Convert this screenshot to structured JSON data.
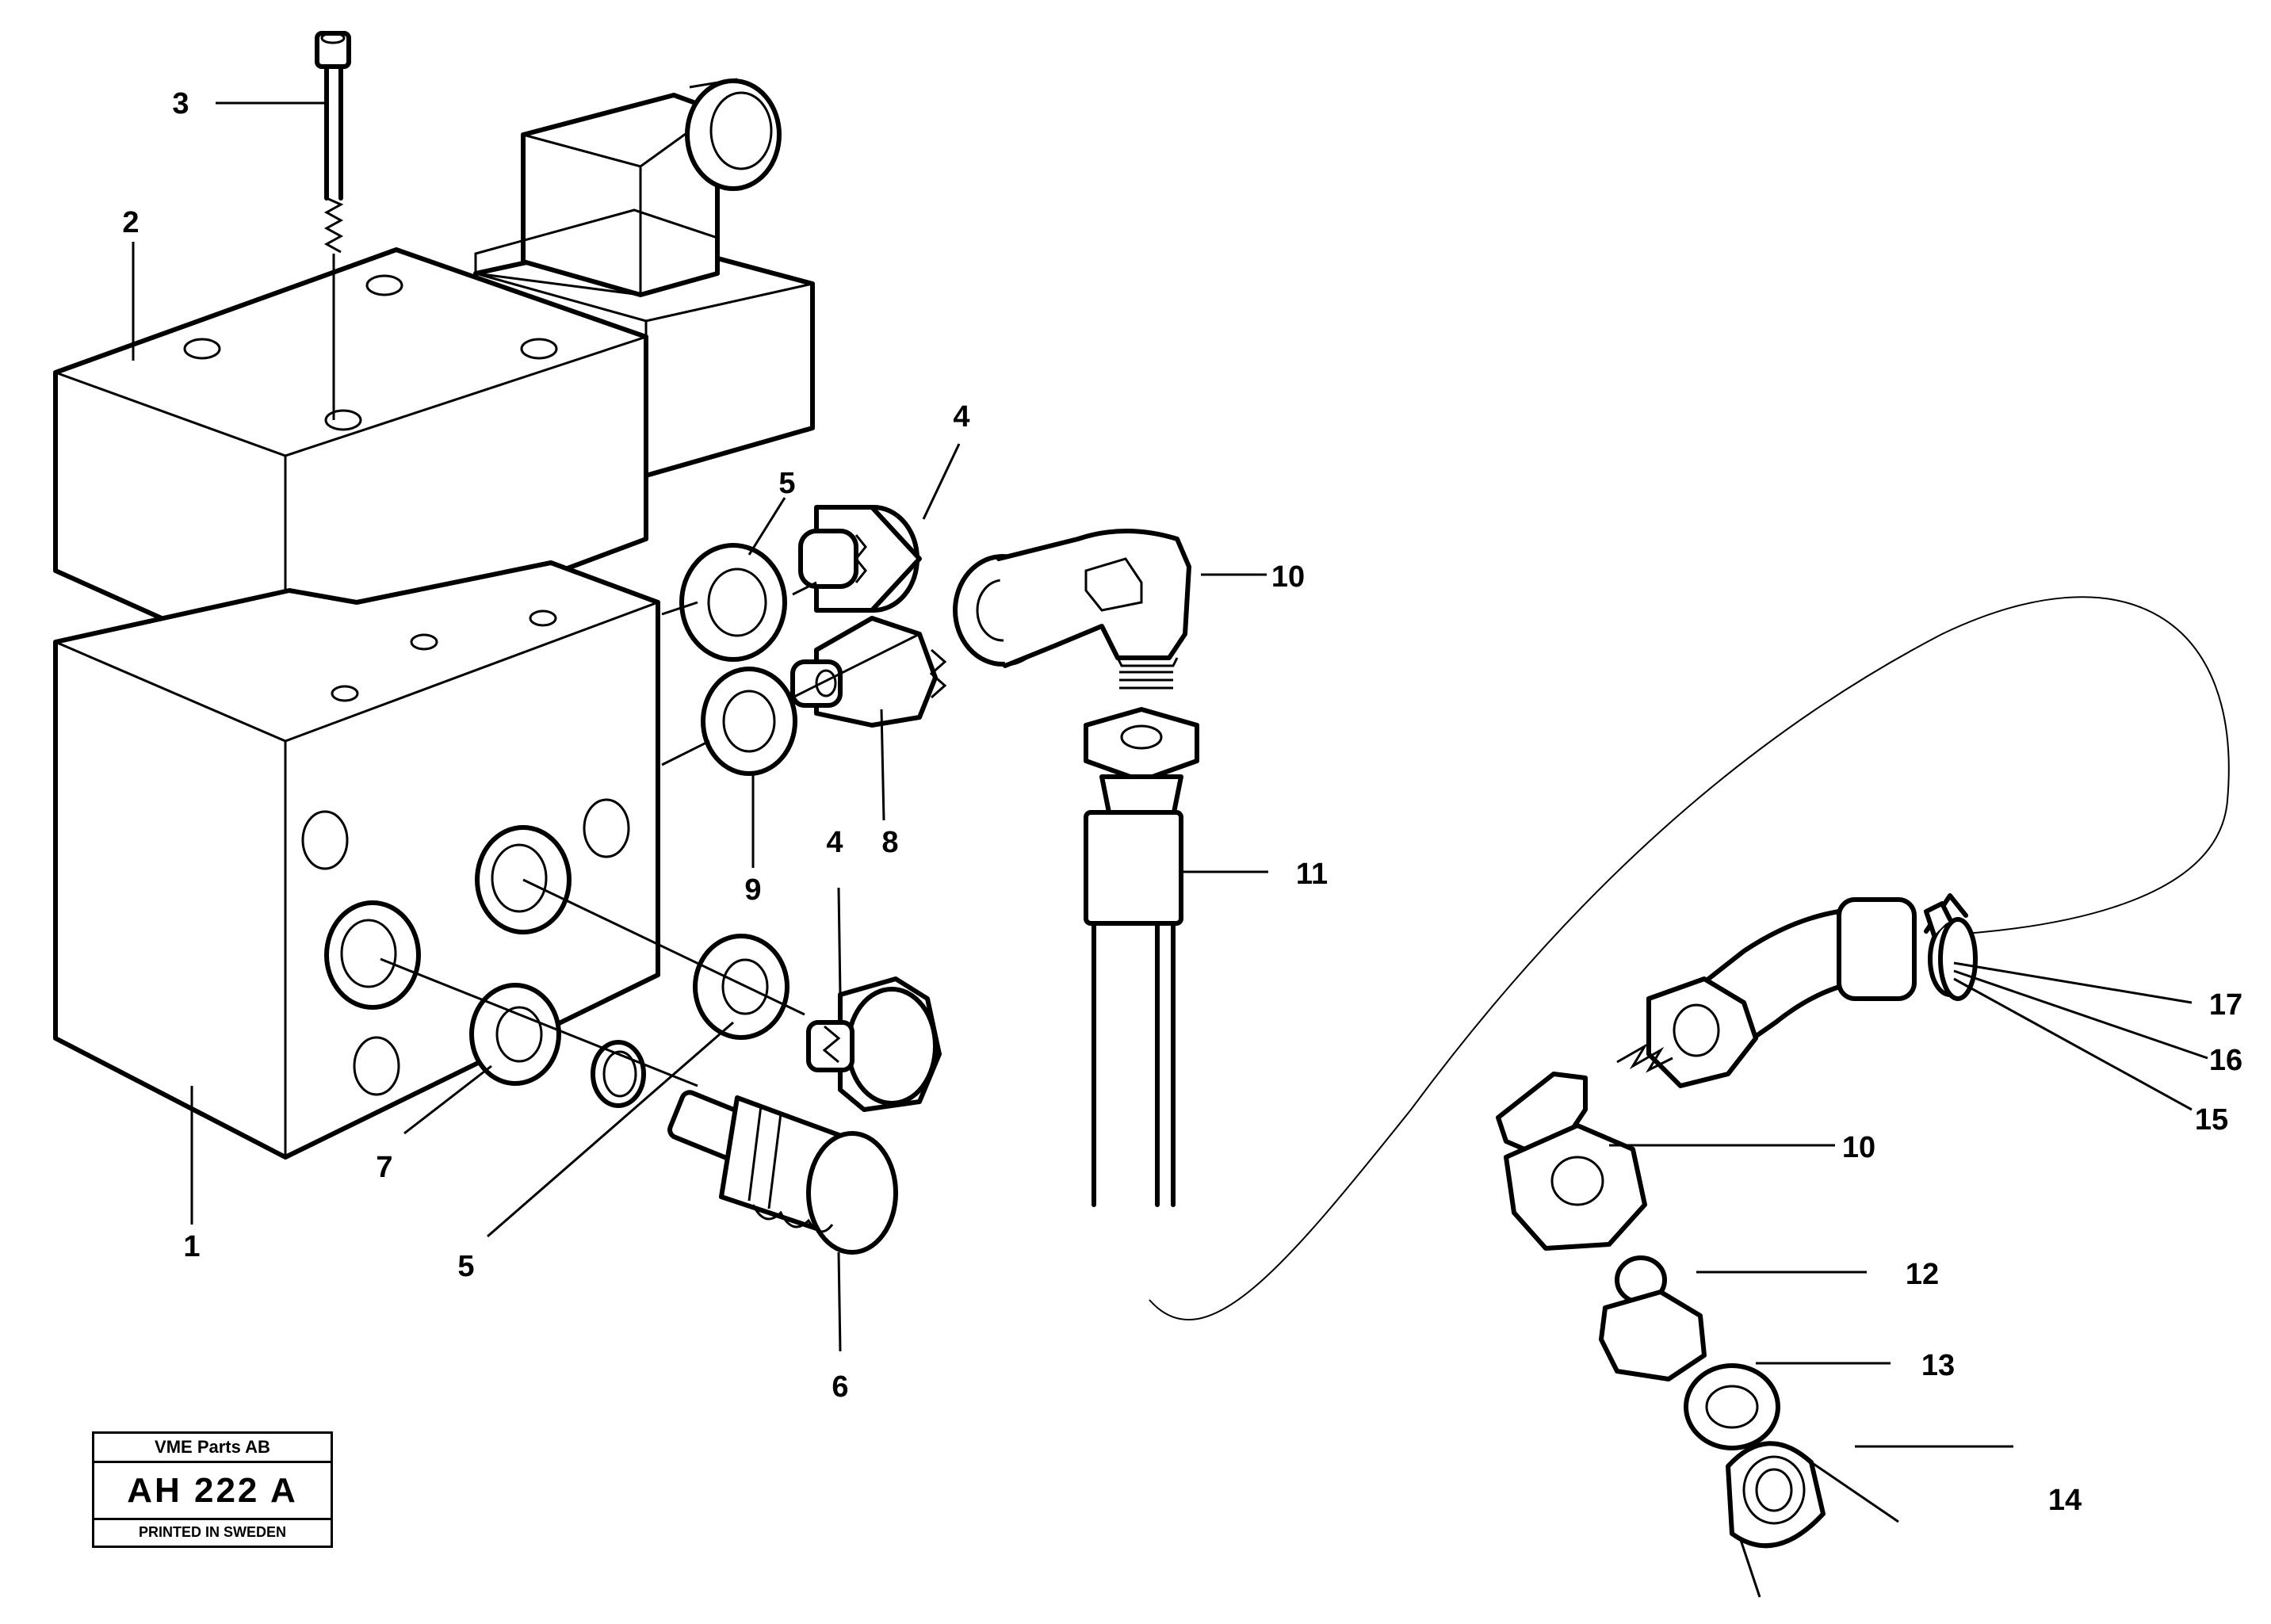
{
  "callouts": [
    {
      "id": "c1",
      "text": "1"
    },
    {
      "id": "c2",
      "text": "2"
    },
    {
      "id": "c3",
      "text": "3"
    },
    {
      "id": "c4a",
      "text": "4"
    },
    {
      "id": "c4b",
      "text": "4"
    },
    {
      "id": "c5a",
      "text": "5"
    },
    {
      "id": "c5b",
      "text": "5"
    },
    {
      "id": "c6",
      "text": "6"
    },
    {
      "id": "c7",
      "text": "7"
    },
    {
      "id": "c8",
      "text": "8"
    },
    {
      "id": "c9",
      "text": "9"
    },
    {
      "id": "c10a",
      "text": "10"
    },
    {
      "id": "c10b",
      "text": "10"
    },
    {
      "id": "c11",
      "text": "11"
    },
    {
      "id": "c12",
      "text": "12"
    },
    {
      "id": "c13",
      "text": "13"
    },
    {
      "id": "c14",
      "text": "14"
    },
    {
      "id": "c15",
      "text": "15"
    },
    {
      "id": "c16",
      "text": "16"
    },
    {
      "id": "c17",
      "text": "17"
    }
  ],
  "title_block": {
    "company": "VME Parts AB",
    "code": "AH 222 A",
    "printed": "PRINTED IN SWEDEN"
  }
}
